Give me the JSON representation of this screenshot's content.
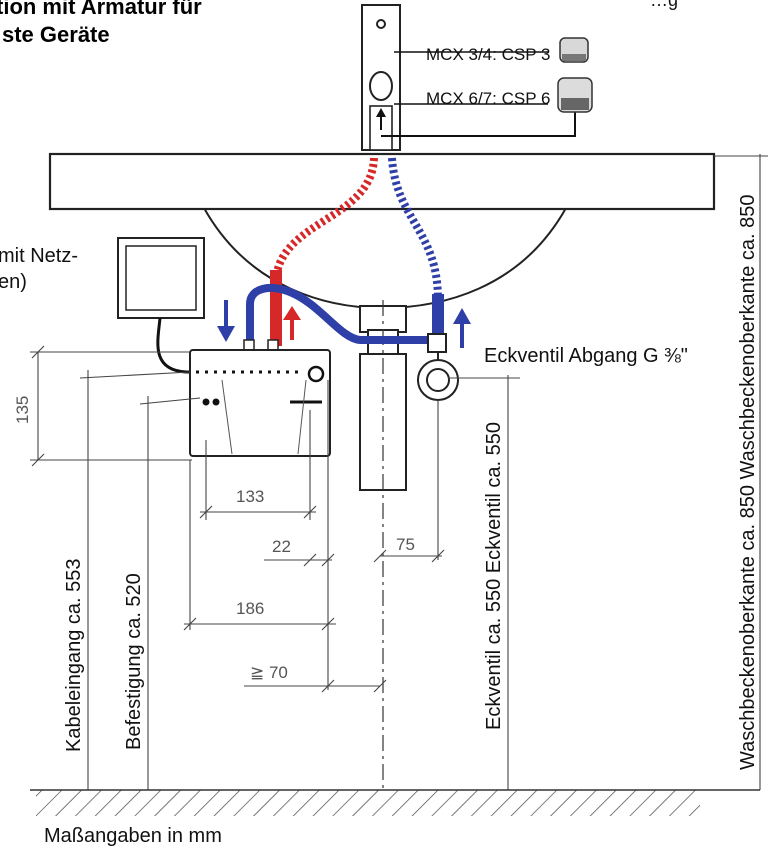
{
  "title_lines": [
    "tion mit Armatur für",
    "ste Geräte"
  ],
  "top_cut_text": "…g",
  "side_label_lines": [
    "mit Netz-",
    "en)"
  ],
  "aerators": [
    {
      "label": "MCX 3/4: CSP 3"
    },
    {
      "label": "MCX 6/7: CSP 6"
    }
  ],
  "valve_label": "Eckventil Abgang G ⅜\"",
  "dimensions": {
    "d135": "135",
    "d133": "133",
    "d22": "22",
    "d186": "186",
    "d70": "≧ 70",
    "d75": "75"
  },
  "vertical_labels": {
    "kabel": "Kabeleingang ca. 553",
    "befestigung": "Befestigung ca. 520",
    "eckventil": "Eckventil ca. 550 Eckventil ca. 550",
    "waschbecken": "Waschbeckenoberkante ca. 850 Waschbeckenoberkante ca. 850"
  },
  "footer": "Maßangaben in mm",
  "colors": {
    "hot": "#d62828",
    "cold": "#2f3fa8"
  }
}
